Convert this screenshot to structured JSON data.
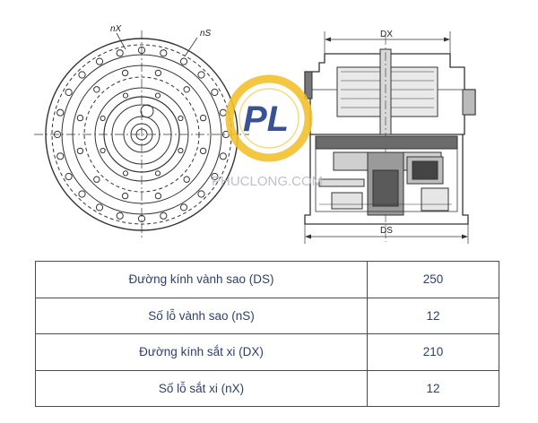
{
  "drawing": {
    "front_view_labels": {
      "nx": "nX",
      "ns": "nS"
    },
    "side_view_labels": {
      "dx": "DX",
      "ds": "DS"
    },
    "logo": {
      "letters": "PL",
      "url": "PHUCLONG.COM",
      "ring_color": "#f2c12e",
      "text_color": "#233f8c"
    }
  },
  "spec_table": {
    "rows": [
      {
        "label": "Đường kính vành sao (DS)",
        "value": "250"
      },
      {
        "label": "Số lỗ vành sao (nS)",
        "value": "12"
      },
      {
        "label": "Đường kính sắt xi (DX)",
        "value": "210"
      },
      {
        "label": "Số lỗ sắt xi (nX)",
        "value": "12"
      }
    ]
  }
}
